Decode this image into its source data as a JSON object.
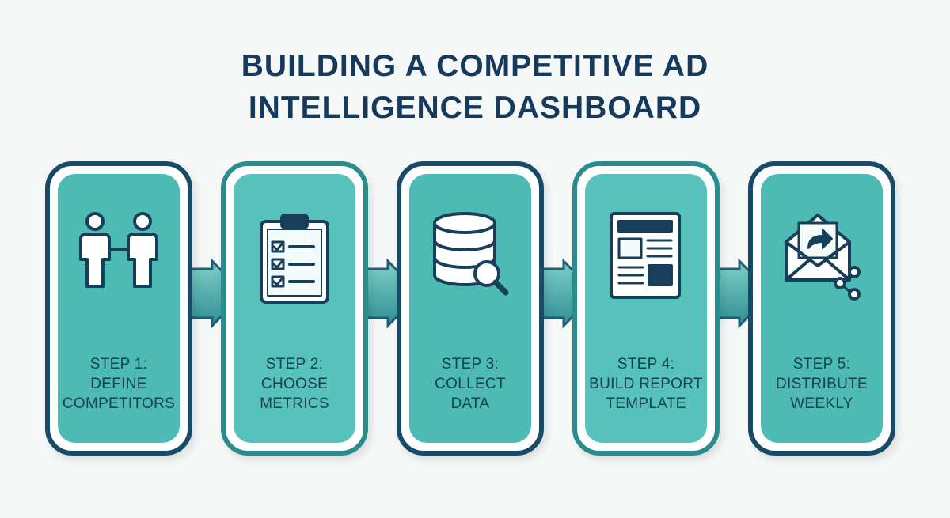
{
  "title": {
    "line1": "BUILDING A COMPETITIVE AD",
    "line2": "INTELLIGENCE DASHBOARD"
  },
  "steps": [
    {
      "step": "STEP 1:",
      "line1": "DEFINE",
      "line2": "COMPETITORS",
      "icon": "two-people-icon"
    },
    {
      "step": "STEP 2:",
      "line1": "CHOOSE",
      "line2": "METRICS",
      "icon": "clipboard-checklist-icon"
    },
    {
      "step": "STEP 3:",
      "line1": "COLLECT",
      "line2": "DATA",
      "icon": "database-search-icon"
    },
    {
      "step": "STEP 4:",
      "line1": "BUILD REPORT",
      "line2": "TEMPLATE",
      "icon": "report-template-icon"
    },
    {
      "step": "STEP 5:",
      "line1": "DISTRIBUTE",
      "line2": "WEEKLY",
      "icon": "envelope-share-icon"
    }
  ],
  "colors": {
    "title": "#163a5c",
    "dark_border": "#174b68",
    "teal_border": "#2a8d8d",
    "card_fill": "#4dbab4",
    "card_fill_alt": "#57c2bb",
    "text": "#173f59",
    "arrow_light": "#6cc7c0",
    "arrow_dark": "#1f5f74"
  }
}
